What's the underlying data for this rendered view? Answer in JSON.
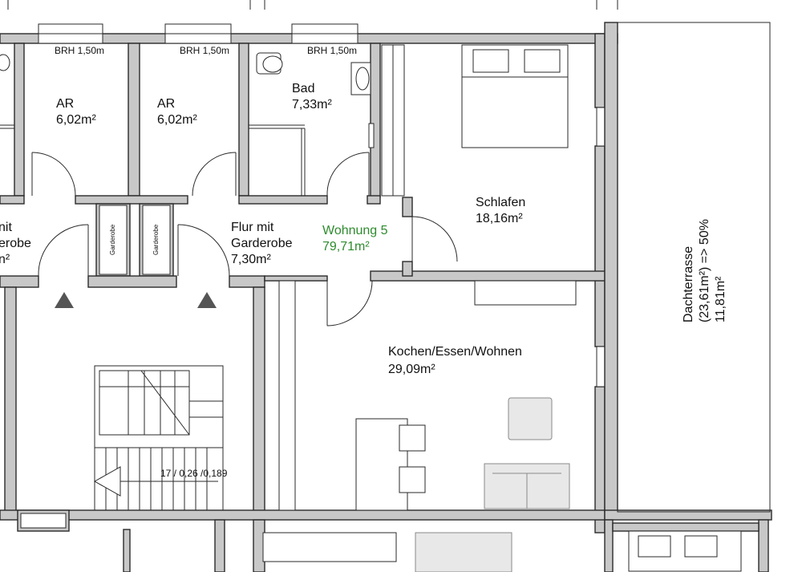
{
  "rooms": {
    "ar1": {
      "name": "AR",
      "area": "6,02m²"
    },
    "ar2": {
      "name": "AR",
      "area": "6,02m²"
    },
    "bad": {
      "name": "Bad",
      "area": "7,33m²"
    },
    "schlafen": {
      "name": "Schlafen",
      "area": "18,16m²"
    },
    "flur": {
      "name_line1": "Flur mit",
      "name_line2": "Garderobe",
      "area": "7,30m²"
    },
    "wohnung": {
      "name": "Wohnung 5",
      "area": "79,71m²"
    },
    "kochen": {
      "name": "Kochen/Essen/Wohnen",
      "area": "29,09m²"
    },
    "left_partial": {
      "line1": "nit",
      "line2": "erobe",
      "line3": "n²"
    },
    "dachterrasse": {
      "name": "Dachterrasse",
      "calc": "(23,61m²) => 50%",
      "area": "11,81m²"
    }
  },
  "annotations": {
    "brh1": "BRH 1,50m",
    "brh2": "BRH 1,50m",
    "brh3": "BRH 1,50m",
    "garderobe1": "Garderobe",
    "garderobe2": "Garderobe",
    "stair": "17 / 0,26 /0,189"
  },
  "colors": {
    "wall_fill": "#c8c8c8",
    "line": "#2a2a2a",
    "apartment_label": "#2e8b2e"
  }
}
